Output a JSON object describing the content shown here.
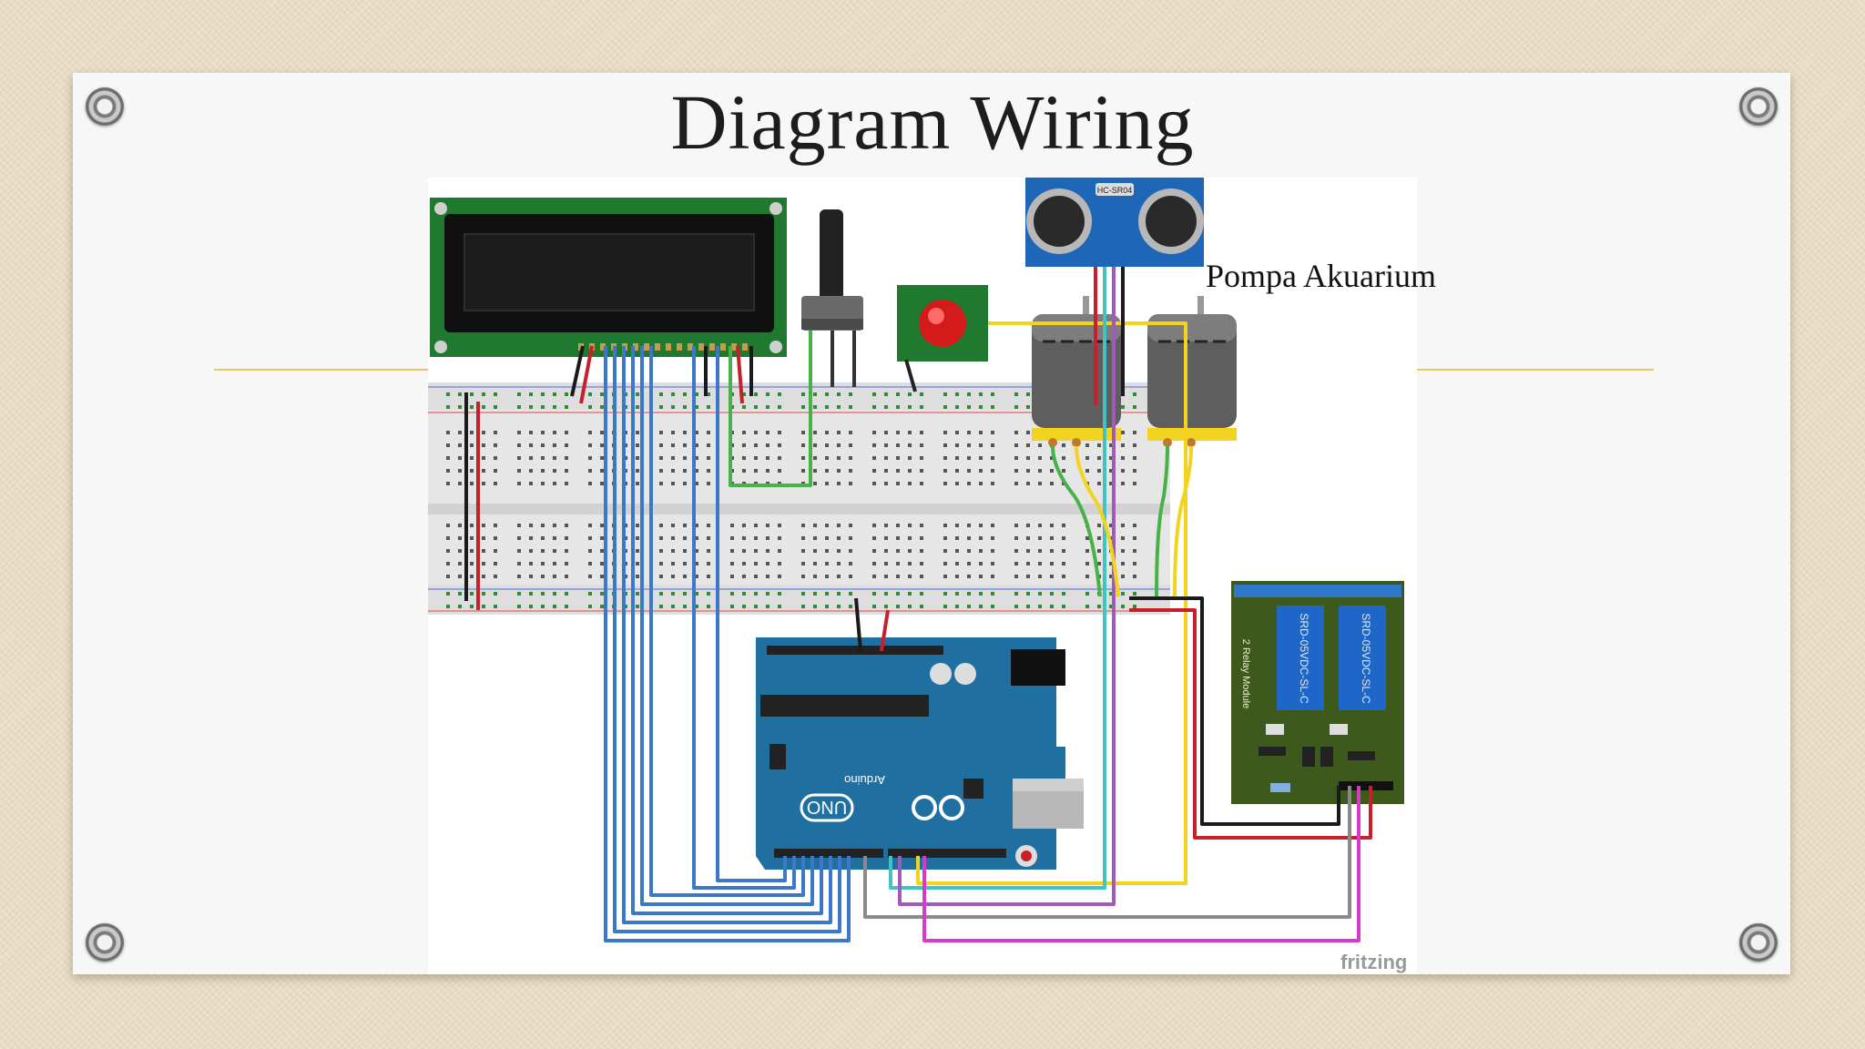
{
  "slide": {
    "title": "Diagram Wiring",
    "pump_label": "Pompa Akuarium",
    "watermark": "fritzing"
  },
  "components": {
    "lcd": {
      "icon": "lcd-display-icon"
    },
    "potentiometer": {
      "icon": "potentiometer-icon"
    },
    "button": {
      "icon": "push-button-icon"
    },
    "ultrasonic": {
      "icon": "ultrasonic-sensor-icon",
      "label": "HC-SR04"
    },
    "pumps": [
      {
        "icon": "dc-motor-icon"
      },
      {
        "icon": "dc-motor-icon"
      }
    ],
    "relay": {
      "icon": "relay-module-icon",
      "label": "2 Relay Module",
      "relay_text": "SRD-05VDC-SL-C"
    },
    "arduino": {
      "icon": "arduino-uno-icon",
      "label": "UNO",
      "brand": "Arduino"
    },
    "breadboard": {
      "icon": "breadboard-icon"
    }
  },
  "colors": {
    "wire_blue": "#3b78c8",
    "wire_green": "#47b24a",
    "wire_yellow": "#f2d320",
    "wire_red": "#c8202a",
    "wire_black": "#1a1a1a",
    "wire_cyan": "#43c3c0",
    "wire_magenta": "#d43cc8",
    "wire_purple": "#a05ab8",
    "wire_gray": "#8a8a8a",
    "arduino": "#1f6fa0",
    "relay_board": "#3d5a1c",
    "lcd_board": "#1f7a2f",
    "accent_rule": "#e8c766"
  }
}
